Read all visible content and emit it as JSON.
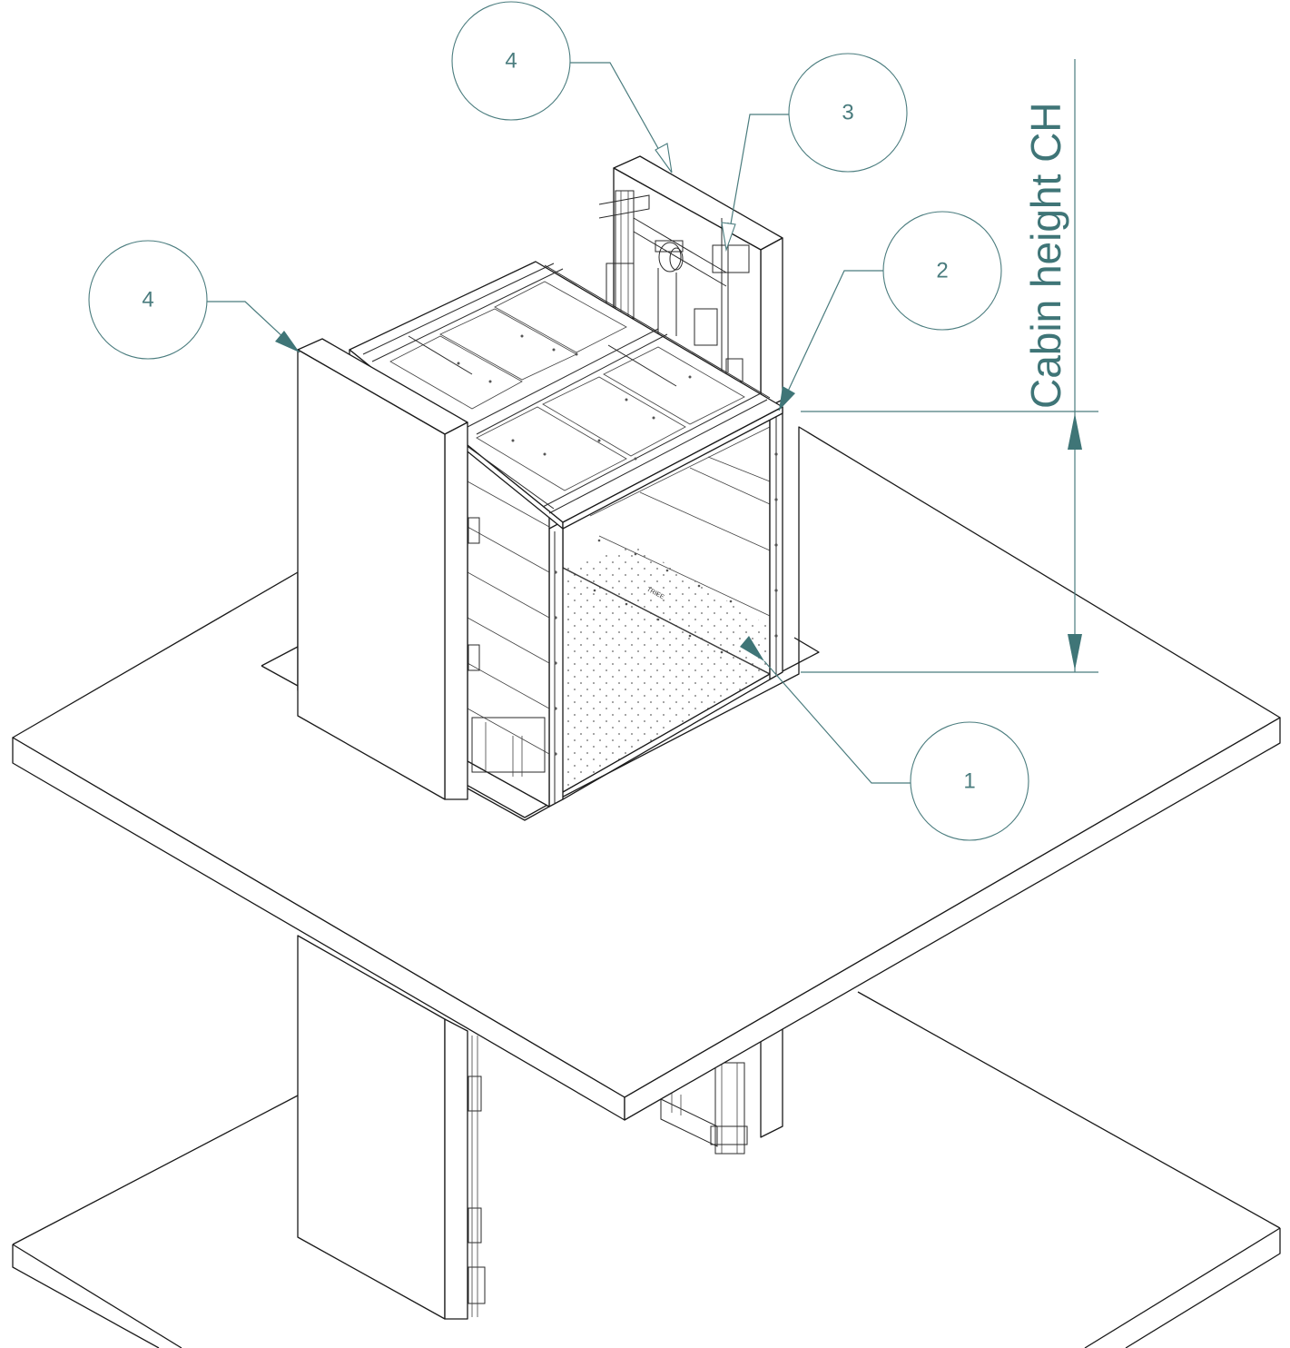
{
  "callouts": {
    "c4_top": "4",
    "c3": "3",
    "c2": "2",
    "c4_left": "4",
    "c1": "1"
  },
  "dimension": {
    "label": "Cabin height CH"
  },
  "colors": {
    "annotation": "#4a7c7e",
    "line": "#1a1a1a"
  }
}
